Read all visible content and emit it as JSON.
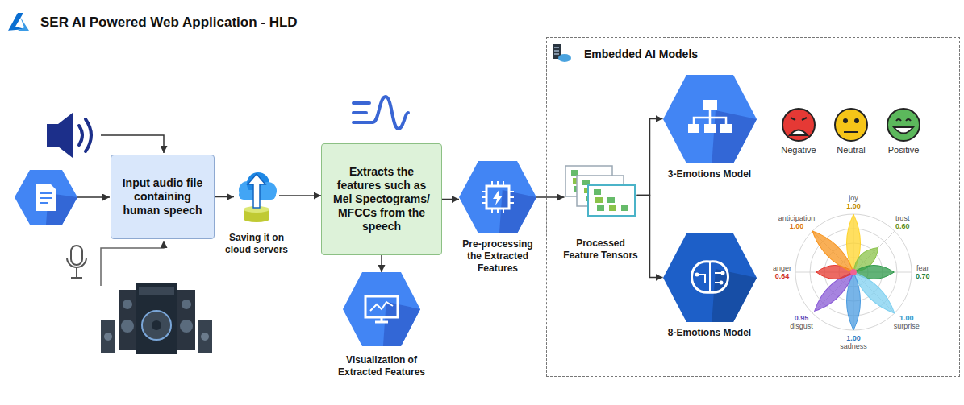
{
  "diagram": {
    "title": "SER AI Powered Web Application - HLD",
    "nodes": [
      {
        "text": [
          "Input audio file containing human speech"
        ]
      },
      {
        "text": [
          "Saving it on cloud servers"
        ]
      },
      {
        "text": [
          "Extracts the features such as Mel Spectograms/ MFCCs from the speech"
        ]
      },
      {
        "text": [
          "Visualization of Extracted Features"
        ]
      },
      {
        "text": [
          "Pre-processing the Extracted Features"
        ]
      },
      {
        "text": [
          "Embedded AI Models"
        ]
      },
      {
        "text": [
          "Processed Feature Tensors"
        ],
        "in": 5
      },
      {
        "text": [
          "3-Emotions Model"
        ],
        "in": 5
      },
      {
        "text": [
          "8-Emotions Model"
        ],
        "in": 5
      }
    ],
    "edges": [
      {
        "from": 0,
        "to": 1,
        "arrow": "to"
      },
      {
        "from": 1,
        "to": 2,
        "arrow": "to"
      },
      {
        "from": 2,
        "to": 3,
        "arrow": "to"
      },
      {
        "from": 2,
        "to": 4,
        "arrow": "to"
      },
      {
        "from": 4,
        "to": 6,
        "arrow": "to"
      },
      {
        "from": 6,
        "to": 7,
        "arrow": "to"
      },
      {
        "from": 6,
        "to": 8,
        "arrow": "to"
      }
    ],
    "labels": [
      "Negative",
      "Neutral",
      "Positive",
      "joy",
      "1.00",
      "trust",
      "0.60",
      "fear",
      "0.70",
      "surprise",
      "1.00",
      "sadness",
      "1.00",
      "disgust",
      "0.95",
      "anger",
      "0.64",
      "anticipation",
      "1.00"
    ]
  }
}
